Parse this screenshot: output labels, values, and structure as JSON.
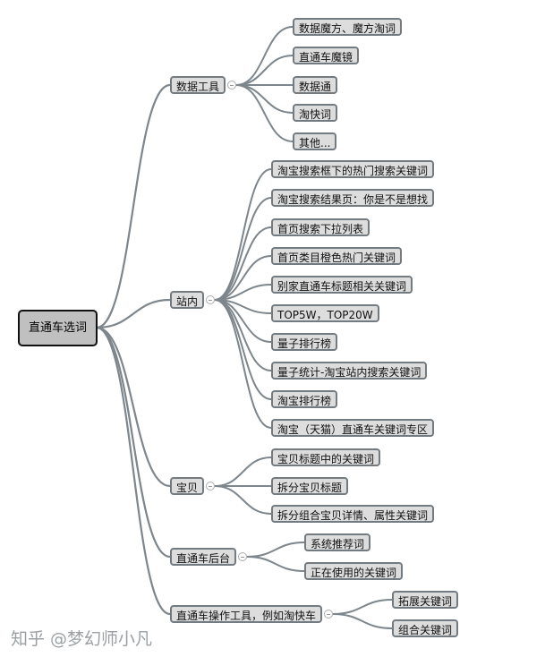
{
  "root": {
    "label": "直通车选词"
  },
  "branches": [
    {
      "label": "数据工具",
      "children": [
        "数据魔方、魔方淘词",
        "直通车魔镜",
        "数据通",
        "淘快词",
        "其他..."
      ]
    },
    {
      "label": "站内",
      "children": [
        "淘宝搜索框下的热门搜索关键词",
        "淘宝搜索结果页：你是不是想找",
        "首页搜索下拉列表",
        "首页类目橙色热门关键词",
        "别家直通车标题相关关键词",
        "TOP5W，TOP20W",
        "量子排行榜",
        "量子统计-淘宝站内搜索关键词",
        "淘宝排行榜",
        "淘宝（天猫）直通车关键词专区"
      ]
    },
    {
      "label": "宝贝",
      "children": [
        "宝贝标题中的关键词",
        "拆分宝贝标题",
        "拆分组合宝贝详情、属性关键词"
      ]
    },
    {
      "label": "直通车后台",
      "children": [
        "系统推荐词",
        "正在使用的关键词"
      ]
    },
    {
      "label": "直通车操作工具，例如淘快车",
      "children": [
        "拓展关键词",
        "组合关键词"
      ]
    }
  ],
  "watermark": "知乎 @梦幻师小凡",
  "colors": {
    "line": "#7d868c",
    "node": "#dddddd",
    "root": "#c0c0c0"
  }
}
